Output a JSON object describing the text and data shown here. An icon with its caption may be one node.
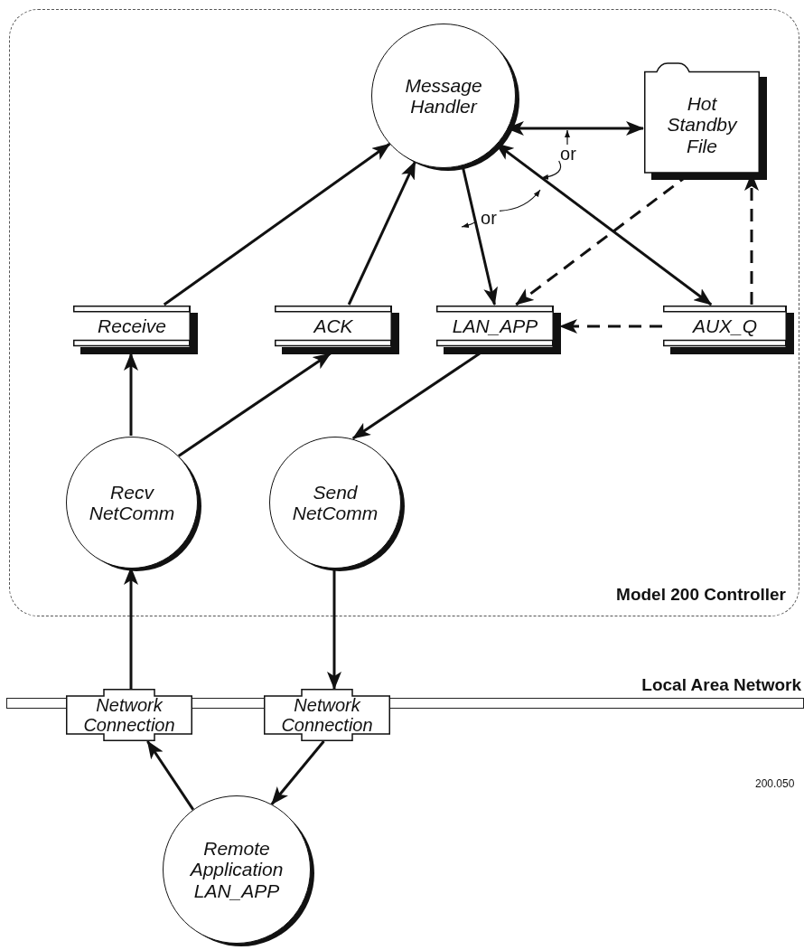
{
  "diagram": {
    "nodes": [
      {
        "text": [
          "Model 200 Controller"
        ]
      },
      {
        "text": [
          "Message Handler"
        ],
        "in": 0
      },
      {
        "text": [
          "Hot Standby File"
        ],
        "in": 0
      },
      {
        "text": [
          "Receive"
        ],
        "in": 0
      },
      {
        "text": [
          "ACK"
        ],
        "in": 0
      },
      {
        "text": [
          "LAN_APP"
        ],
        "in": 0
      },
      {
        "text": [
          "AUX_Q"
        ],
        "in": 0
      },
      {
        "text": [
          "Recv NetComm"
        ],
        "in": 0
      },
      {
        "text": [
          "Send NetComm"
        ],
        "in": 0
      },
      {
        "text": [
          "Local Area Network"
        ]
      },
      {
        "text": [
          "Network Connection"
        ]
      },
      {
        "text": [
          "Network Connection"
        ]
      },
      {
        "text": [
          "Remote Application LAN_APP"
        ]
      },
      {
        "text": [
          "or"
        ],
        "in": 0
      },
      {
        "text": [
          "or"
        ],
        "in": 0
      }
    ],
    "edges": [
      {
        "from": 3,
        "to": 1,
        "arrow": "to"
      },
      {
        "from": 4,
        "to": 1,
        "arrow": "to"
      },
      {
        "from": 1,
        "to": 5,
        "arrow": "to"
      },
      {
        "from": 1,
        "to": 2,
        "arrow": "both"
      },
      {
        "from": 1,
        "to": 6,
        "arrow": "both"
      },
      {
        "from": 2,
        "to": 5,
        "arrow": "to",
        "style": "dashed"
      },
      {
        "from": 6,
        "to": 2,
        "arrow": "to",
        "style": "dashed"
      },
      {
        "from": 6,
        "to": 5,
        "arrow": "to",
        "style": "dashed"
      },
      {
        "from": 7,
        "to": 3,
        "arrow": "to"
      },
      {
        "from": 7,
        "to": 4,
        "arrow": "to"
      },
      {
        "from": 5,
        "to": 8,
        "arrow": "to"
      },
      {
        "from": 10,
        "to": 7,
        "arrow": "to"
      },
      {
        "from": 8,
        "to": 11,
        "arrow": "to"
      },
      {
        "from": 11,
        "to": 12,
        "arrow": "to"
      },
      {
        "from": 12,
        "to": 10,
        "arrow": "to"
      },
      {
        "from": 13,
        "to": null,
        "arrow": "to"
      },
      {
        "from": 13,
        "to": null,
        "arrow": "to"
      },
      {
        "from": 14,
        "to": null,
        "arrow": "to"
      },
      {
        "from": 14,
        "to": null,
        "arrow": "to"
      }
    ],
    "labels": [
      "200.050"
    ]
  }
}
